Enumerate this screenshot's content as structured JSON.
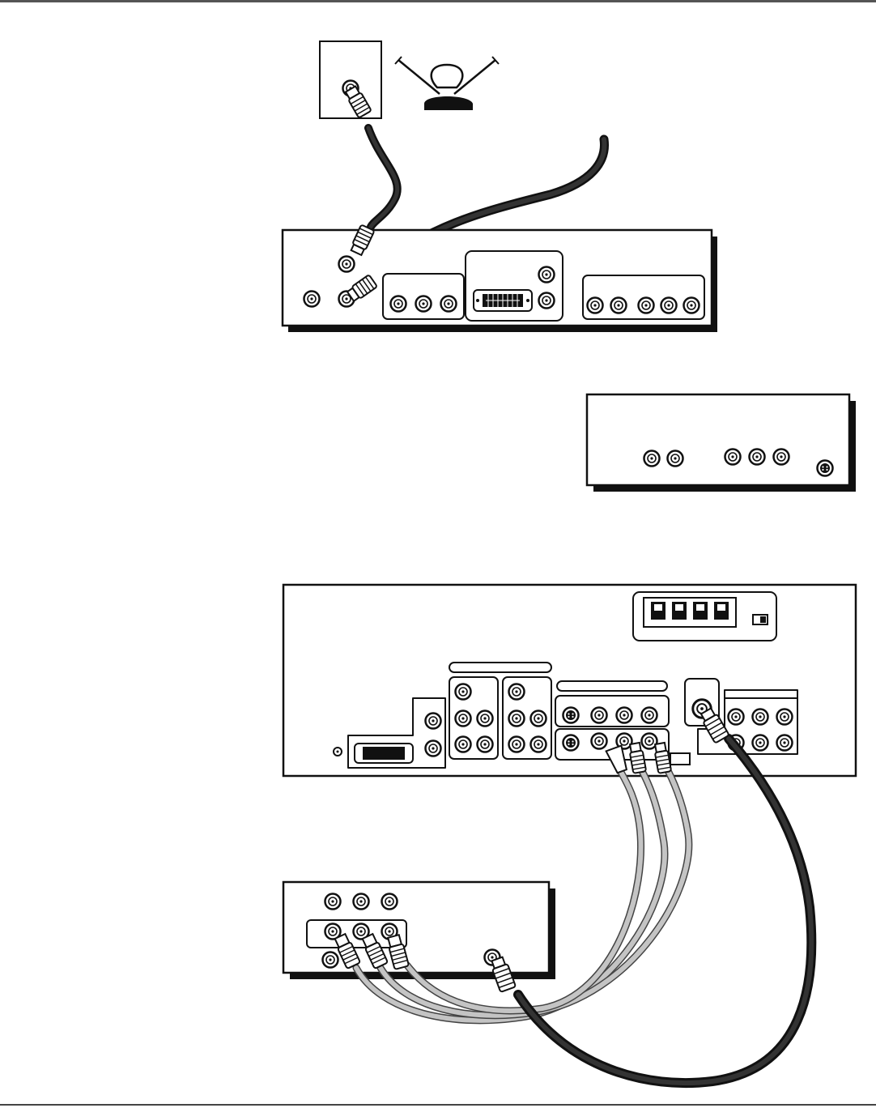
{
  "page": {
    "type": "connection-diagram",
    "ink_color": "#111111",
    "cable_colors": {
      "coax": "#1a1a1a",
      "audio_video": "#bdbdbd"
    }
  },
  "components": [
    {
      "id": "wall-jack",
      "icon": "wall-coax-outlet-icon"
    },
    {
      "id": "antenna",
      "icon": "rabbit-ear-antenna-icon"
    },
    {
      "id": "cable-box",
      "icon": "cable-box-back-panel"
    },
    {
      "id": "dvd-player",
      "icon": "dvd-player-back-panel"
    },
    {
      "id": "tv",
      "icon": "tv-back-panel"
    },
    {
      "id": "vcr",
      "icon": "vcr-back-panel"
    }
  ],
  "connections": [
    {
      "from": "wall-jack",
      "to": "cable-box",
      "cable": "coax"
    },
    {
      "from": "cable-box",
      "to": "off-page",
      "cable": "coax"
    },
    {
      "from": "vcr",
      "to": "tv",
      "cable": "audio_video"
    },
    {
      "from": "vcr",
      "to": "tv",
      "cable": "coax"
    }
  ]
}
